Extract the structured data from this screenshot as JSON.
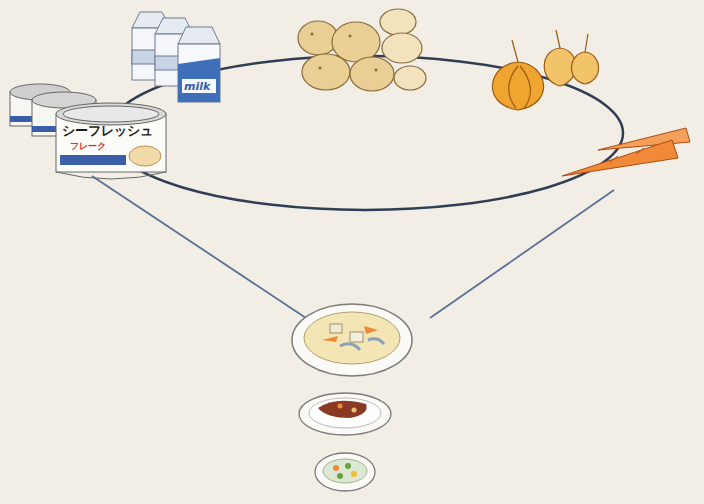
{
  "diagram": {
    "labels": [
      "milk",
      "シーフレッシュ",
      "フレーク"
    ]
  }
}
